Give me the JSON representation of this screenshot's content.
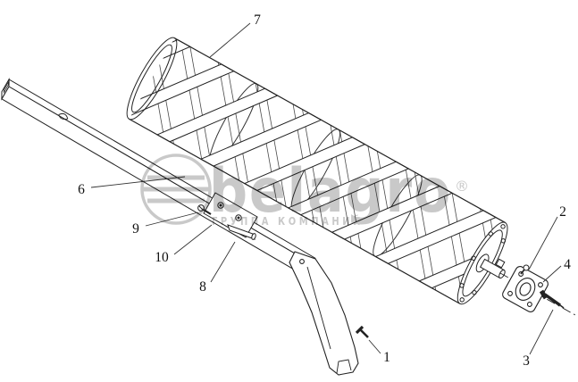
{
  "colors": {
    "background": "#ffffff",
    "line_art": "#222222",
    "watermark": "#c9c9c9",
    "callout_text": "#111111"
  },
  "watermark": {
    "brand": "belagro",
    "registered_mark": "®",
    "subtitle": "ГРУППА КОМПАНИЙ"
  },
  "callouts": {
    "n1": "1",
    "n2": "2",
    "n3": "3",
    "n4": "4",
    "n6": "6",
    "n7": "7",
    "n8": "8",
    "n9": "9",
    "n10": "10"
  }
}
